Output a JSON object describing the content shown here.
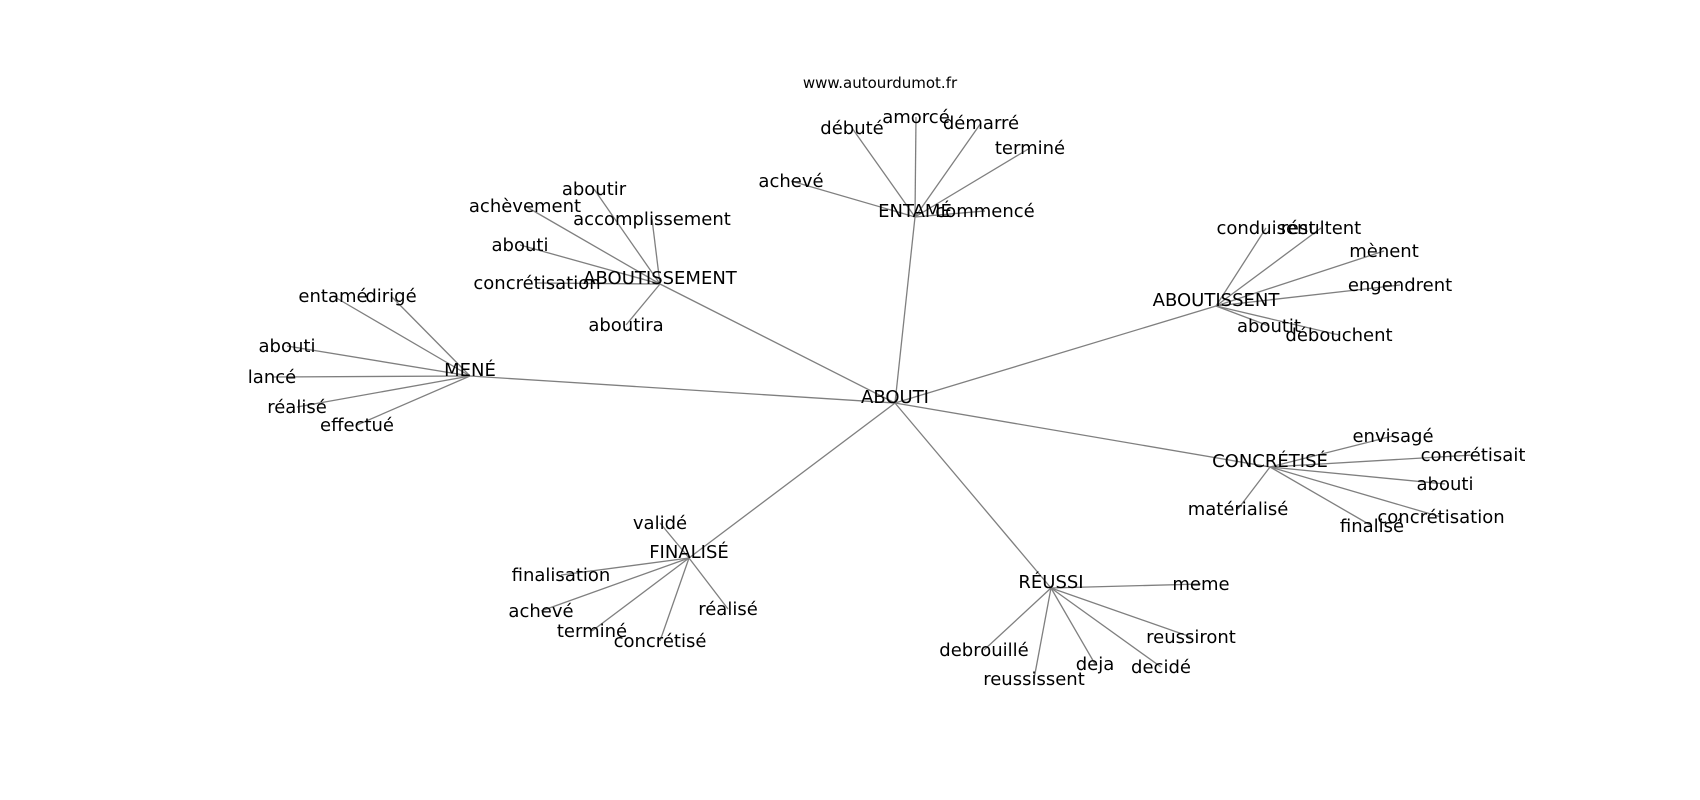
{
  "source": "www.autourdumot.fr",
  "center": "ABOUTI",
  "hubs": [
    {
      "id": "h_entame",
      "label": "ENTAMÉ",
      "leaves": [
        "achevé",
        "débuté",
        "amorcé",
        "démarré",
        "terminé",
        "commencé"
      ]
    },
    {
      "id": "h_aboutissement",
      "label": "ABOUTISSEMENT",
      "leaves": [
        "achèvement",
        "aboutir",
        "accomplissement",
        "abouti",
        "concrétisation",
        "aboutira"
      ]
    },
    {
      "id": "h_mene",
      "label": "MENÉ",
      "leaves": [
        "entamé",
        "dirigé",
        "abouti",
        "lancé",
        "réalisé",
        "effectué"
      ]
    },
    {
      "id": "h_aboutissent",
      "label": "ABOUTISSENT",
      "leaves": [
        "conduisent",
        "résultent",
        "mènent",
        "engendrent",
        "aboutit",
        "débouchent"
      ]
    },
    {
      "id": "h_concretise",
      "label": "CONCRÉTISÉ",
      "leaves": [
        "envisagé",
        "concrétisait",
        "abouti",
        "concrétisation",
        "finalisé",
        "matérialisé"
      ]
    },
    {
      "id": "h_finalise",
      "label": "FINALISÉ",
      "leaves": [
        "validé",
        "finalisation",
        "achevé",
        "terminé",
        "concrétisé",
        "réalisé"
      ]
    },
    {
      "id": "h_reussi",
      "label": "RÉUSSI",
      "leaves": [
        "meme",
        "reussiront",
        "decidé",
        "deja",
        "reussissent",
        "debrouillé"
      ]
    }
  ]
}
